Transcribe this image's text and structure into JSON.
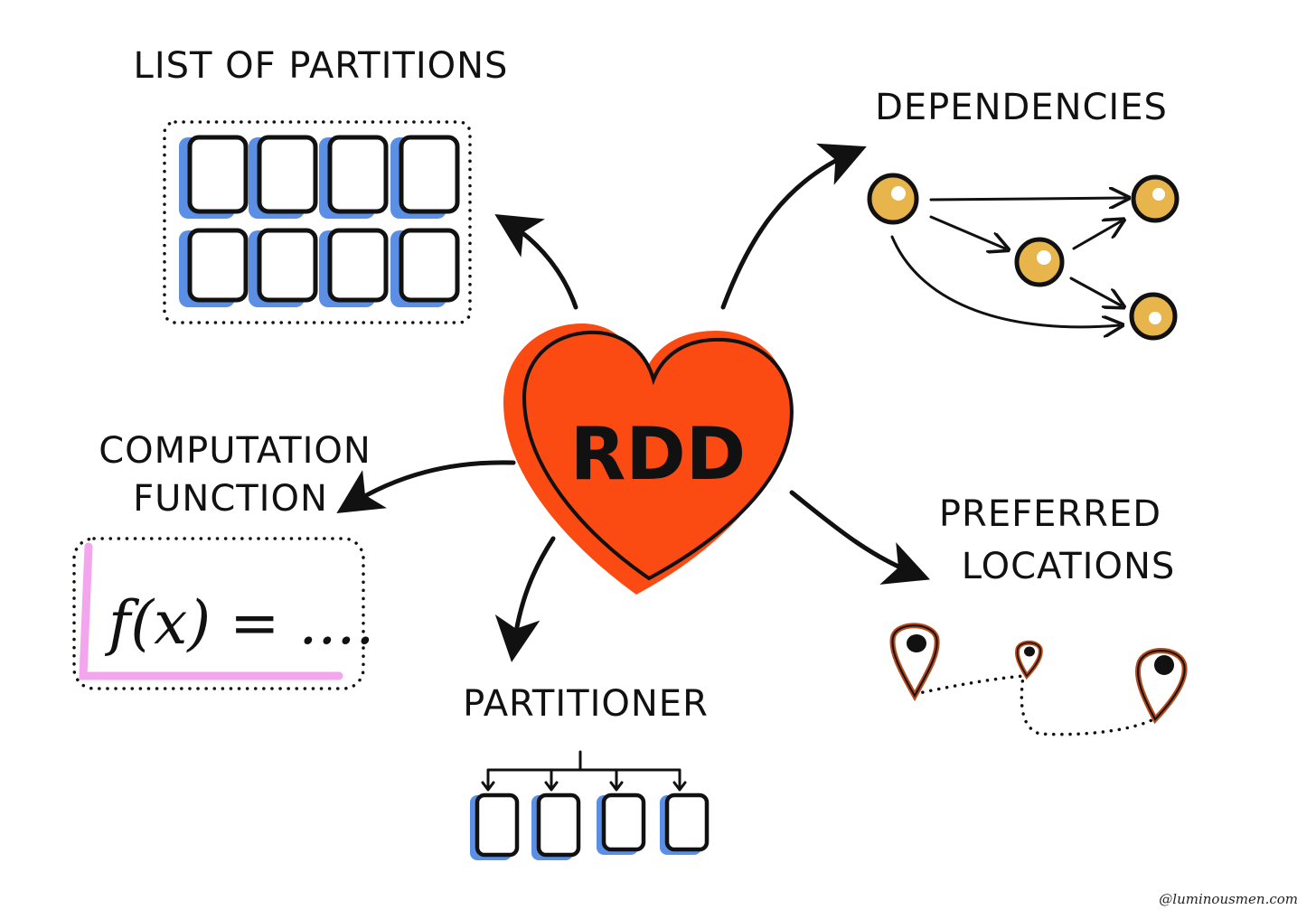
{
  "center": {
    "label": "RDD",
    "color": "#fb4a12"
  },
  "partitions": {
    "label": "LIST OF PARTITIONS",
    "accent": "#5b8fe6"
  },
  "dependencies": {
    "label": "DEPENDENCIES",
    "node_fill": "#e8b54d"
  },
  "computation": {
    "label_line1": "COMPUTATION",
    "label_line2": "FUNCTION",
    "formula": "f(x) = ....",
    "accent": "#f3a6ee"
  },
  "partitioner": {
    "label": "PARTITIONER"
  },
  "locations": {
    "label_line1": "PREFERRED",
    "label_line2": "LOCATIONS",
    "pin_color": "#b84a1a"
  },
  "credit": "@luminousmen.com"
}
